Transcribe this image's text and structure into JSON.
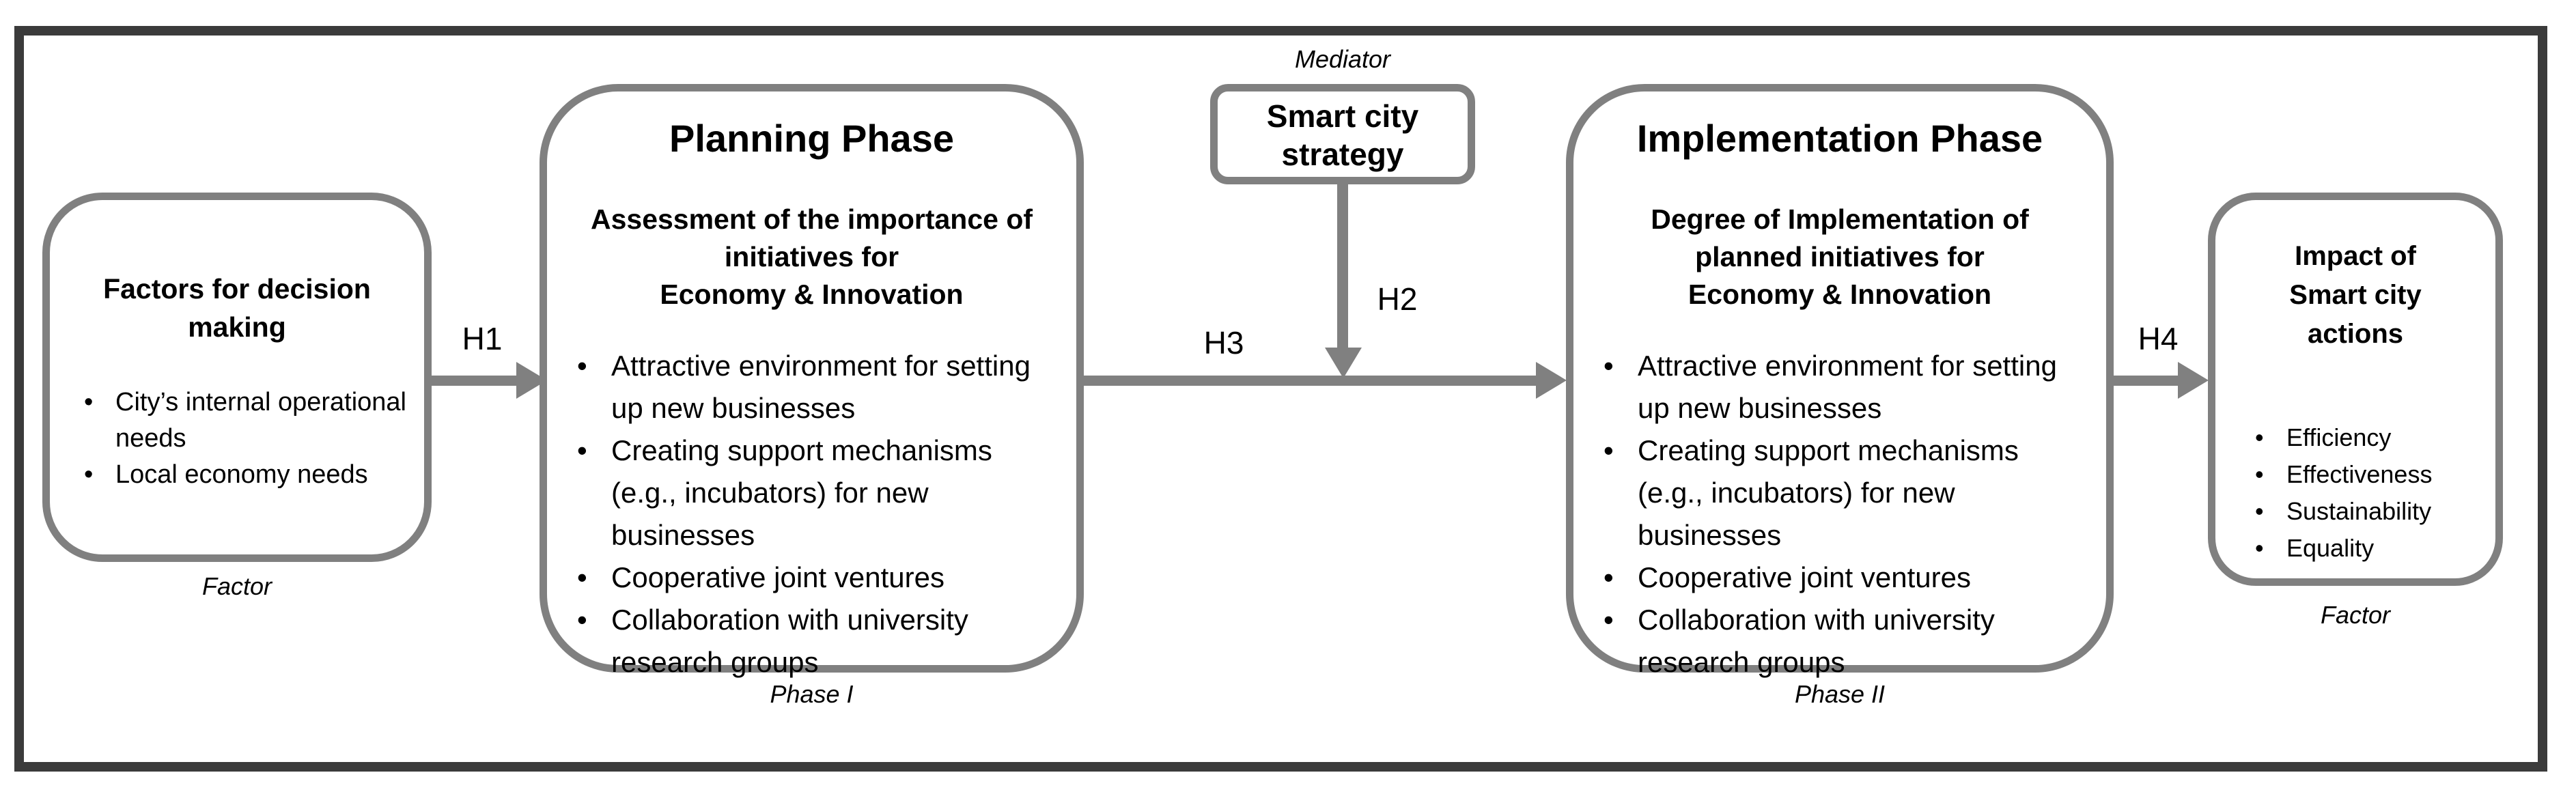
{
  "factor_box": {
    "title": "Factors for decision making",
    "bullets": [
      "City’s internal operational needs",
      "Local economy needs"
    ],
    "caption": "Factor"
  },
  "planning_box": {
    "title": "Planning Phase",
    "subtitle_lines": [
      "Assessment of the importance of",
      "initiatives for",
      "Economy & Innovation"
    ],
    "bullets": [
      "Attractive environment for setting up new businesses",
      "Creating support mechanisms (e.g., incubators) for new businesses",
      "Cooperative joint ventures",
      "Collaboration with university research groups"
    ],
    "caption": "Phase I"
  },
  "mediator": {
    "label": "Mediator",
    "box_lines": [
      "Smart city",
      "strategy"
    ]
  },
  "implementation_box": {
    "title": "Implementation Phase",
    "subtitle_lines": [
      "Degree of Implementation of",
      "planned initiatives for",
      "Economy & Innovation"
    ],
    "bullets": [
      "Attractive environment for setting up new businesses",
      "Creating support mechanisms (e.g., incubators) for new businesses",
      "Cooperative joint ventures",
      "Collaboration with university research groups"
    ],
    "caption": "Phase II"
  },
  "impact_box": {
    "title_lines": [
      "Impact of",
      "Smart city",
      "actions"
    ],
    "bullets": [
      "Efficiency",
      "Effectiveness",
      "Sustainability",
      "Equality"
    ],
    "caption": "Factor"
  },
  "hypotheses": {
    "h1": "H1",
    "h2": "H2",
    "h3": "H3",
    "h4": "H4"
  },
  "bullet_glyph": "•",
  "colors": {
    "frame": "#3b3b3b",
    "box_border": "#808080",
    "arrow": "#808080",
    "text": "#000000",
    "background": "#ffffff"
  }
}
